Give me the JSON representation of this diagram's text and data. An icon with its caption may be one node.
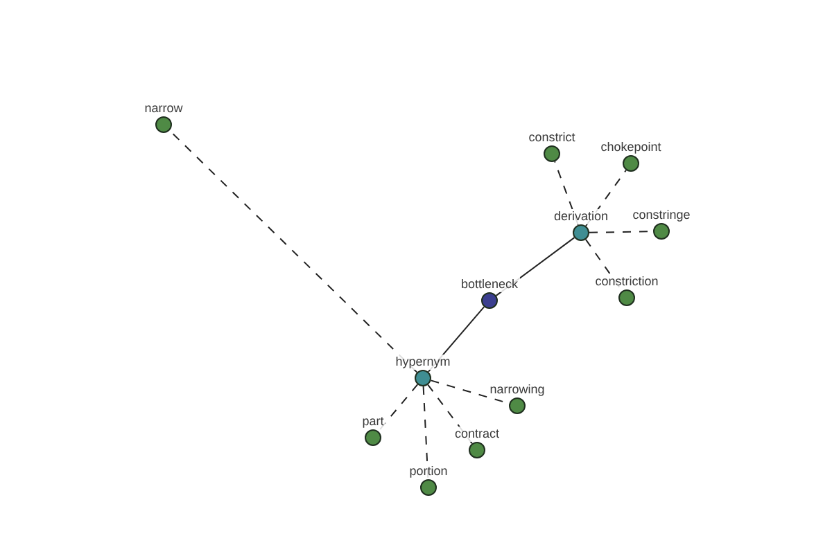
{
  "diagram": {
    "nodes": [
      {
        "text": [
          "narrow"
        ]
      },
      {
        "text": [
          "constrict"
        ]
      },
      {
        "text": [
          "chokepoint"
        ]
      },
      {
        "text": [
          "derivation"
        ]
      },
      {
        "text": [
          "constringe"
        ]
      },
      {
        "text": [
          "bottleneck"
        ]
      },
      {
        "text": [
          "constriction"
        ]
      },
      {
        "text": [
          "hypernym"
        ]
      },
      {
        "text": [
          "narrowing"
        ]
      },
      {
        "text": [
          "part"
        ]
      },
      {
        "text": [
          "contract"
        ]
      },
      {
        "text": [
          "portion"
        ]
      }
    ],
    "edges": [
      {
        "from": 5,
        "to": 7,
        "arrow": "none"
      },
      {
        "from": 5,
        "to": 3,
        "arrow": "none"
      },
      {
        "from": 7,
        "to": 0,
        "arrow": "none",
        "style": "dashed"
      },
      {
        "from": 7,
        "to": 8,
        "arrow": "none",
        "style": "dashed"
      },
      {
        "from": 7,
        "to": 9,
        "arrow": "none",
        "style": "dashed"
      },
      {
        "from": 7,
        "to": 10,
        "arrow": "none",
        "style": "dashed"
      },
      {
        "from": 7,
        "to": 11,
        "arrow": "none",
        "style": "dashed"
      },
      {
        "from": 3,
        "to": 1,
        "arrow": "none",
        "style": "dashed"
      },
      {
        "from": 3,
        "to": 2,
        "arrow": "none",
        "style": "dashed"
      },
      {
        "from": 3,
        "to": 4,
        "arrow": "none",
        "style": "dashed"
      },
      {
        "from": 3,
        "to": 6,
        "arrow": "none",
        "style": "dashed"
      }
    ]
  }
}
